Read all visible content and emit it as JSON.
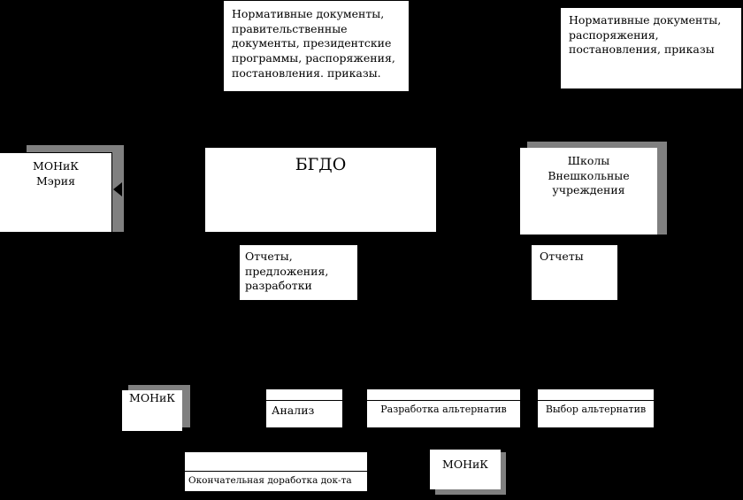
{
  "diagram": {
    "title": "БГДО document flow diagram",
    "background_color": "#000000",
    "box_fill": "#ffffff",
    "box_shadow_color": "#808080",
    "text_color": "#000000",
    "nodes": [
      {
        "id": "norm-docs-left",
        "label": "Нормативные документы, правительственные документы, президентские программы, распоряжения, постановления. приказы.",
        "lines": [
          "Нормативные документы,",
          "правительственные",
          "документы, президентские",
          "программы, распоряжения,",
          "постановления. приказы."
        ],
        "align": "left",
        "shadow": false
      },
      {
        "id": "norm-docs-right",
        "label": "Нормативные документы, распоряжения, постановления, приказы",
        "lines": [
          "Нормативные документы,",
          "распоряжения,",
          "постановления, приказы"
        ],
        "align": "left",
        "shadow": false
      },
      {
        "id": "monik-meria",
        "label": "МОНиК Мэрия",
        "lines": [
          "МОНиК",
          "Мэрия"
        ],
        "align": "center",
        "shadow": true
      },
      {
        "id": "bgdo",
        "label": "БГДО",
        "lines": [
          "БГДО"
        ],
        "align": "center",
        "shadow": false
      },
      {
        "id": "schools",
        "label": "Школы Внешкольные учреждения",
        "lines": [
          "Школы",
          "Внешкольные",
          "учреждения"
        ],
        "align": "center",
        "shadow": true
      },
      {
        "id": "reports-proposals",
        "label": "Отчеты, предложения, разработки",
        "lines": [
          "Отчеты,",
          "предложения,",
          "разработки"
        ],
        "align": "left",
        "shadow": false
      },
      {
        "id": "reports",
        "label": "Отчеты",
        "lines": [
          "Отчеты"
        ],
        "align": "left",
        "shadow": false
      },
      {
        "id": "monik-bottom-left",
        "label": "МОНиК",
        "lines": [
          "МОНиК"
        ],
        "align": "center",
        "shadow": true
      },
      {
        "id": "analysis",
        "label": "Анализ",
        "lines": [
          "Анализ"
        ],
        "align": "left",
        "shadow": false,
        "divider": true
      },
      {
        "id": "alternatives-development",
        "label": "Разработка альтернатив",
        "lines": [
          "Разработка альтернатив"
        ],
        "align": "center",
        "shadow": false,
        "divider": true
      },
      {
        "id": "alternatives-choice",
        "label": "Выбор альтернатив",
        "lines": [
          "Выбор альтернатив"
        ],
        "align": "center",
        "shadow": false,
        "divider": true
      },
      {
        "id": "final-revision",
        "label": "Окончательная доработка док-та",
        "lines": [
          "Окончательная доработка док-та"
        ],
        "align": "left",
        "shadow": false,
        "divider": true
      },
      {
        "id": "monik-bottom-right",
        "label": "МОНиК",
        "lines": [
          "МОНиК"
        ],
        "align": "center",
        "shadow": true
      }
    ]
  }
}
